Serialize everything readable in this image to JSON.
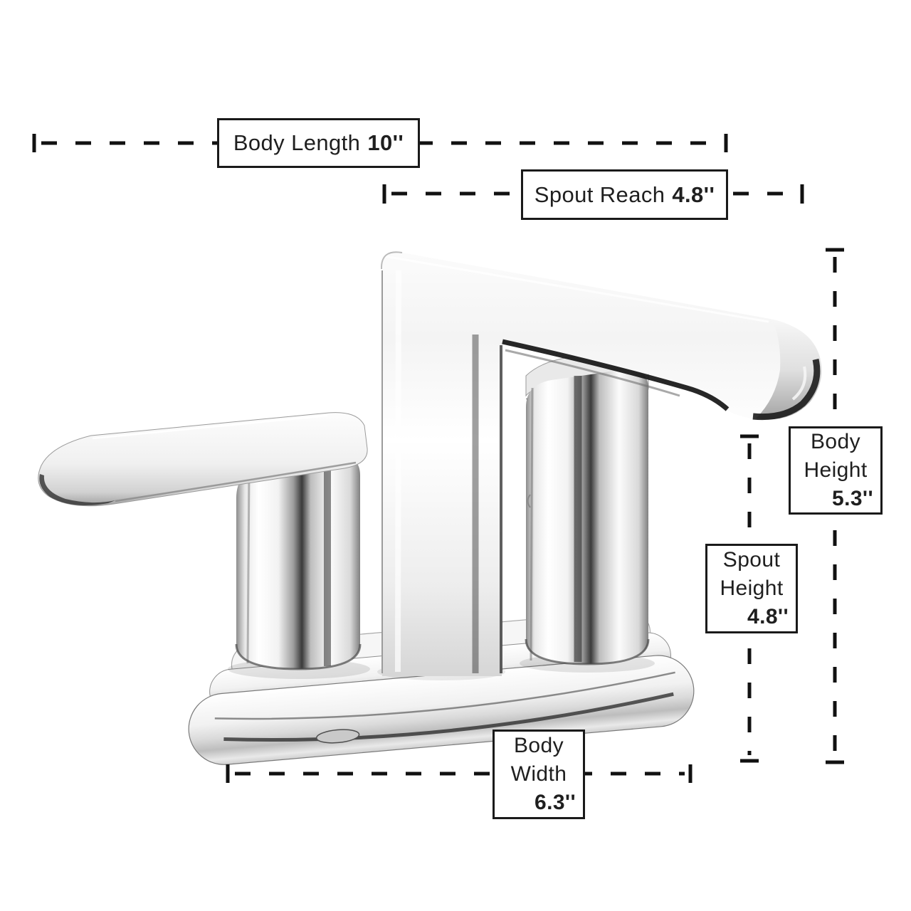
{
  "diagram": {
    "subject": "two-handle chrome bathroom faucet dimension diagram",
    "dimensions": {
      "body_length": {
        "label": "Body Length",
        "value": "10''"
      },
      "spout_reach": {
        "label": "Spout Reach",
        "value": "4.8''"
      },
      "body_height": {
        "line1": "Body",
        "line2": "Height",
        "value": "5.3''"
      },
      "spout_height": {
        "line1": "Spout",
        "line2": "Height",
        "value": "4.8''"
      },
      "body_width": {
        "line1": "Body",
        "line2": "Width",
        "value": "6.3''"
      }
    },
    "colors": {
      "background": "#ffffff",
      "dimension_line": "#111111",
      "box_border": "#1a1a1a",
      "label_text": "#1f1f1f",
      "chrome_light": "#ffffff",
      "chrome_mid": "#d6d6d6",
      "chrome_dark": "#2e2e2e"
    }
  }
}
